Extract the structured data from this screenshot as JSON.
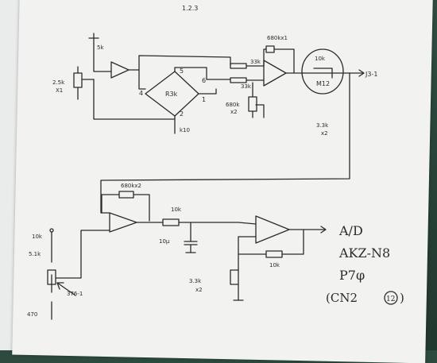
{
  "title": "BAI-374",
  "labels": {
    "top_res": "5k",
    "left_pot": "2.5k",
    "left_pot_sub": "X1",
    "feedback": "680kx1",
    "r_in": "33k",
    "r_in2": "33k",
    "node5": "5",
    "node4": "4",
    "node6": "6",
    "node2": "2",
    "node1": "1",
    "bridge": "R3k",
    "pot2": "680k",
    "pot2_sub": "x2",
    "circle_top": "10k",
    "circle_mid": "M12",
    "out_label": "J3-1",
    "k10": "k10",
    "r_series": "3.3k",
    "r_series_sub": "x2",
    "fb2": "680kx2",
    "r10k": "10k",
    "cap": "10μ",
    "left2_top": "10k",
    "left2_mid": "5.1k",
    "left2_bot": "470",
    "pot3": "3.3k",
    "pot3_sub": "x2",
    "r10k2": "10k",
    "arrow_note": "376-1",
    "ad_label": "A/D",
    "ad_chip": "AKZ-N8",
    "ad_pin": "P7φ",
    "ad_conn": "(CN2",
    "ad_conn_num": "12",
    "ad_conn_close": ")",
    "top_mark": "1.2.3"
  }
}
